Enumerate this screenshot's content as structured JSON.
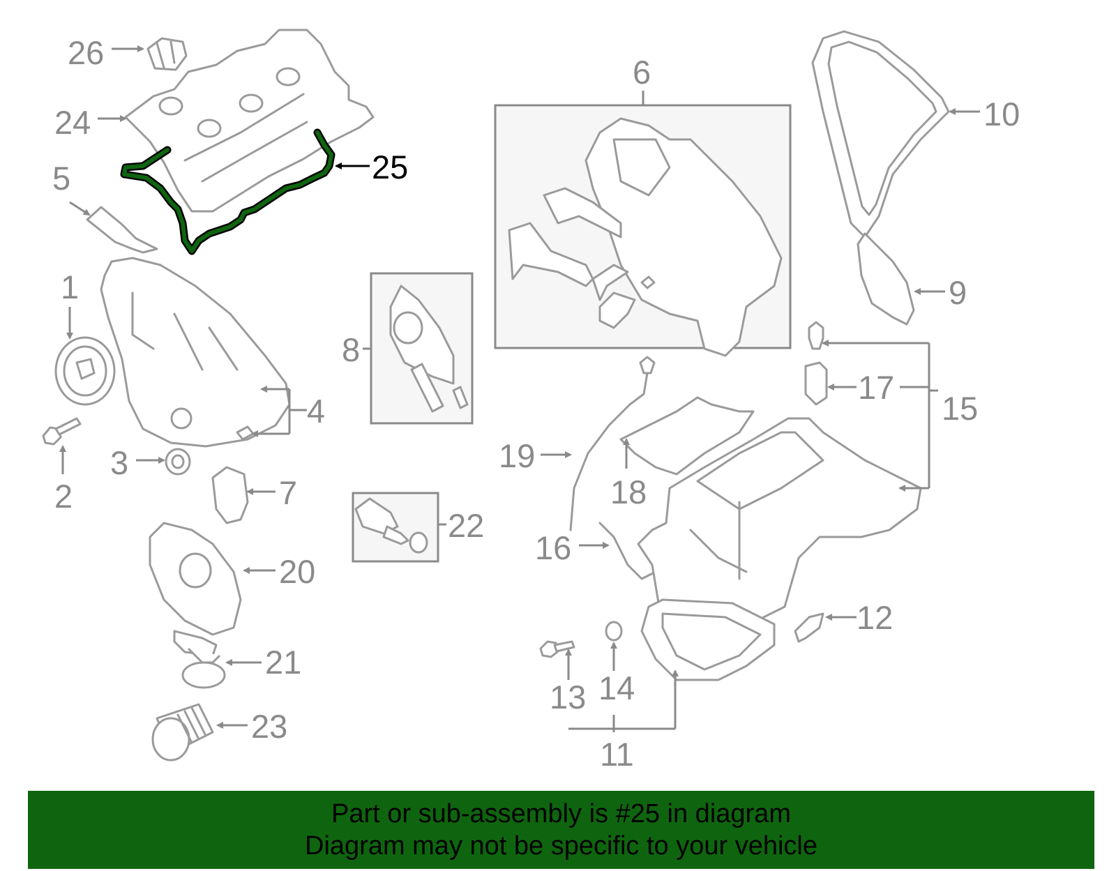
{
  "diagram": {
    "highlighted_part": "25",
    "highlight_color": "#0f650f",
    "callouts": [
      "1",
      "2",
      "3",
      "4",
      "5",
      "6",
      "7",
      "8",
      "9",
      "10",
      "11",
      "12",
      "13",
      "14",
      "15",
      "16",
      "17",
      "18",
      "19",
      "20",
      "21",
      "22",
      "23",
      "24",
      "25",
      "26"
    ]
  },
  "banner": {
    "line1": "Part or sub-assembly is #25 in diagram",
    "line2": "Diagram may not be specific to your vehicle",
    "background": "#0f650f"
  }
}
